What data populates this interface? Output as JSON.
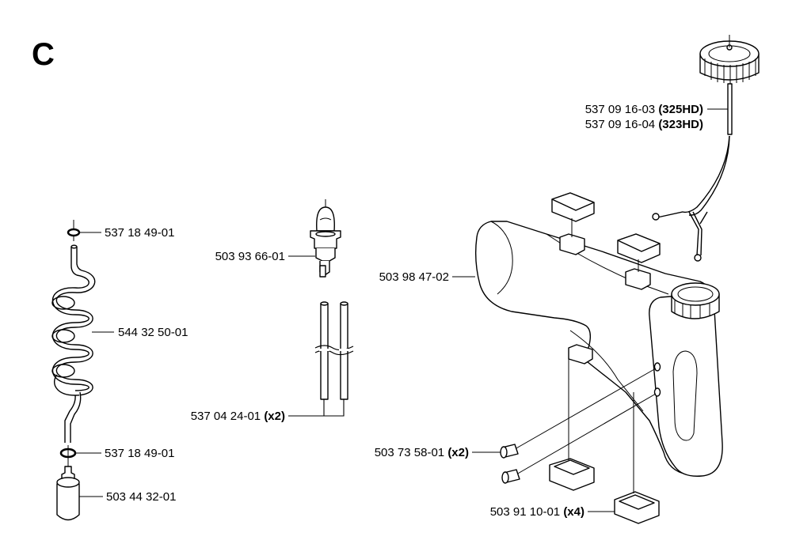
{
  "section_label": "C",
  "parts": {
    "cap_325": {
      "number": "537 09 16-03",
      "model": "(325HD)"
    },
    "cap_323": {
      "number": "537 09 16-04",
      "model": "(323HD)"
    },
    "ring_top": {
      "number": "537 18 49-01"
    },
    "primer": {
      "number": "503 93 66-01"
    },
    "tank": {
      "number": "503 98 47-02"
    },
    "coil_hose": {
      "number": "544 32 50-01"
    },
    "tubes": {
      "number": "537 04 24-01",
      "qty": "(x2)"
    },
    "ring_bottom": {
      "number": "537 18 49-01"
    },
    "plug": {
      "number": "503 73 58-01",
      "qty": "(x2)"
    },
    "filter": {
      "number": "503 44 32-01"
    },
    "pad": {
      "number": "503 91 10-01",
      "qty": "(x4)"
    }
  }
}
